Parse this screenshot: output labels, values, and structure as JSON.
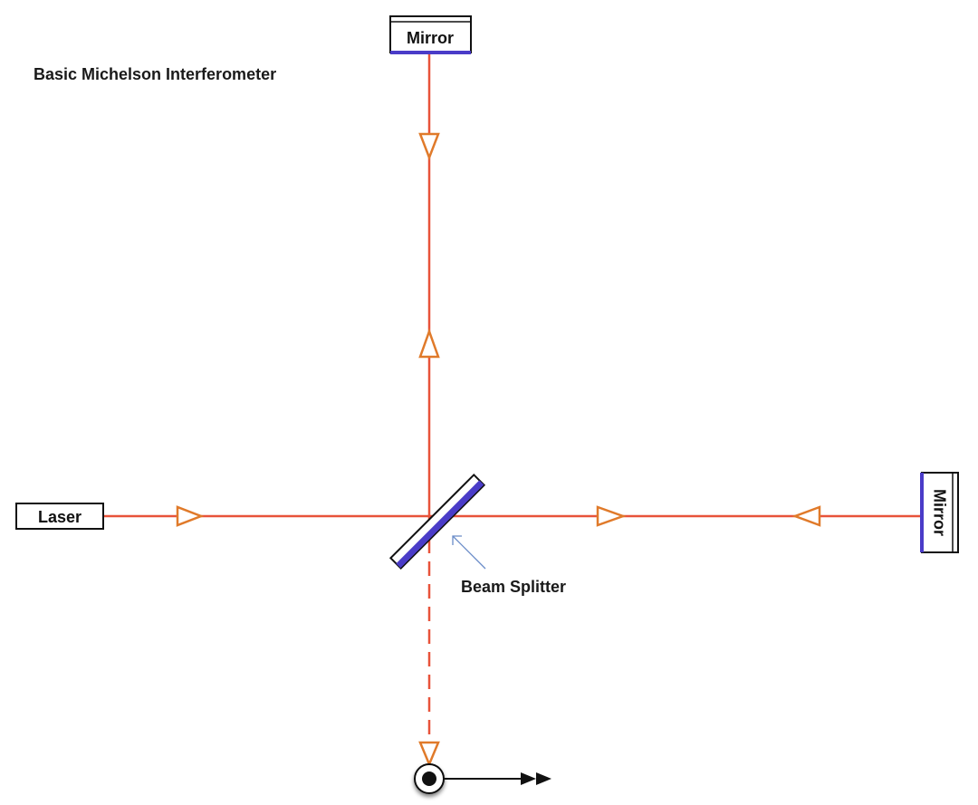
{
  "title": "Basic Michelson Interferometer",
  "components": {
    "laser": "Laser",
    "top_mirror": "Mirror",
    "right_mirror": "Mirror",
    "beam_splitter": "Beam Splitter"
  },
  "colors": {
    "beam": "#e8533a",
    "arrow_outline": "#e07a2a",
    "mirror_surface": "#4a3cc8",
    "outline": "#111111"
  }
}
